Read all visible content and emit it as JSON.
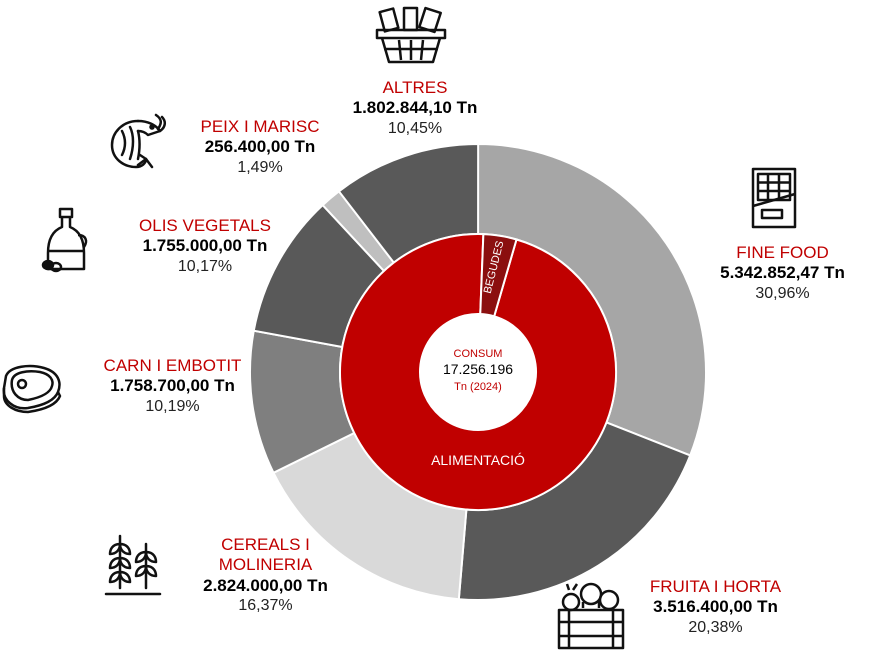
{
  "chart_data": {
    "type": "donut",
    "center": {
      "line1": "CONSUM",
      "line2": "17.256.196",
      "line3": "Tn (2024)"
    },
    "inner_ring": [
      {
        "name": "ALIMENTACIÓ",
        "share": 0.9612,
        "color": "#c00000"
      },
      {
        "name": "BEGUDES",
        "share": 0.0388,
        "color": "#8b0f0f"
      }
    ],
    "outer_ring": [
      {
        "name": "FINE FOOD",
        "value_label": "5.342.852,47 Tn",
        "percent_label": "30,96%",
        "share": 0.3096,
        "color": "#a6a6a6",
        "icon": "chocolate-bar-icon"
      },
      {
        "name": "FRUITA I HORTA",
        "value_label": "3.516.400,00 Tn",
        "percent_label": "20,38%",
        "share": 0.2038,
        "color": "#595959",
        "icon": "vegetable-crate-icon"
      },
      {
        "name": "CEREALS I MOLINERIA",
        "value_label": "2.824.000,00 Tn",
        "percent_label": "16,37%",
        "share": 0.1637,
        "color": "#d9d9d9",
        "icon": "wheat-icon"
      },
      {
        "name": "CARN I EMBOTIT",
        "value_label": "1.758.700,00 Tn",
        "percent_label": "10,19%",
        "share": 0.1019,
        "color": "#7f7f7f",
        "icon": "steak-icon"
      },
      {
        "name": "OLIS VEGETALS",
        "value_label": "1.755.000,00 Tn",
        "percent_label": "10,17%",
        "share": 0.1017,
        "color": "#595959",
        "icon": "oil-bottle-icon"
      },
      {
        "name": "PEIX I MARISC",
        "value_label": "256.400,00 Tn",
        "percent_label": "1,49%",
        "share": 0.0149,
        "color": "#bfbfbf",
        "icon": "shrimp-icon"
      },
      {
        "name": "ALTRES",
        "value_label": "1.802.844,10 Tn",
        "percent_label": "10,45%",
        "share": 0.1045,
        "color": "#595959",
        "icon": "shopping-basket-icon"
      }
    ]
  },
  "labels": {
    "fine_food": {
      "name": "FINE FOOD",
      "value": "5.342.852,47 Tn",
      "pct": "30,96%"
    },
    "fruita": {
      "name": "FRUITA I HORTA",
      "value": "3.516.400,00 Tn",
      "pct": "20,38%"
    },
    "cereals": {
      "name1": "CEREALS I",
      "name2": "MOLINERIA",
      "value": "2.824.000,00 Tn",
      "pct": "16,37%"
    },
    "carn": {
      "name": "CARN I EMBOTIT",
      "value": "1.758.700,00 Tn",
      "pct": "10,19%"
    },
    "olis": {
      "name": "OLIS VEGETALS",
      "value": "1.755.000,00 Tn",
      "pct": "10,17%"
    },
    "peix": {
      "name": "PEIX I MARISC",
      "value": "256.400,00 Tn",
      "pct": "1,49%"
    },
    "altres": {
      "name": "ALTRES",
      "value": "1.802.844,10 Tn",
      "pct": "10,45%"
    }
  }
}
